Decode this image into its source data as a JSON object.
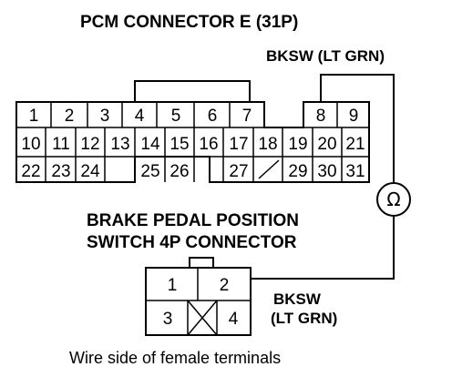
{
  "pcm": {
    "title": "PCM CONNECTOR E (31P)",
    "wire_label": "BKSW (LT GRN)",
    "row1": [
      "1",
      "2",
      "3",
      "4",
      "5",
      "6",
      "7",
      "8",
      "9"
    ],
    "row2": [
      "10",
      "11",
      "12",
      "13",
      "14",
      "15",
      "16",
      "17",
      "18",
      "19",
      "20",
      "21"
    ],
    "row3": [
      "22",
      "23",
      "24",
      "25",
      "26",
      "27",
      "29",
      "30",
      "31"
    ]
  },
  "switch": {
    "title_line1": "BRAKE PEDAL POSITION",
    "title_line2": "SWITCH 4P CONNECTOR",
    "wire_label_line1": "BKSW",
    "wire_label_line2": "(LT GRN)",
    "pins": [
      "1",
      "2",
      "3",
      "4"
    ]
  },
  "meter_symbol": "Ω",
  "caption": "Wire side of female terminals"
}
